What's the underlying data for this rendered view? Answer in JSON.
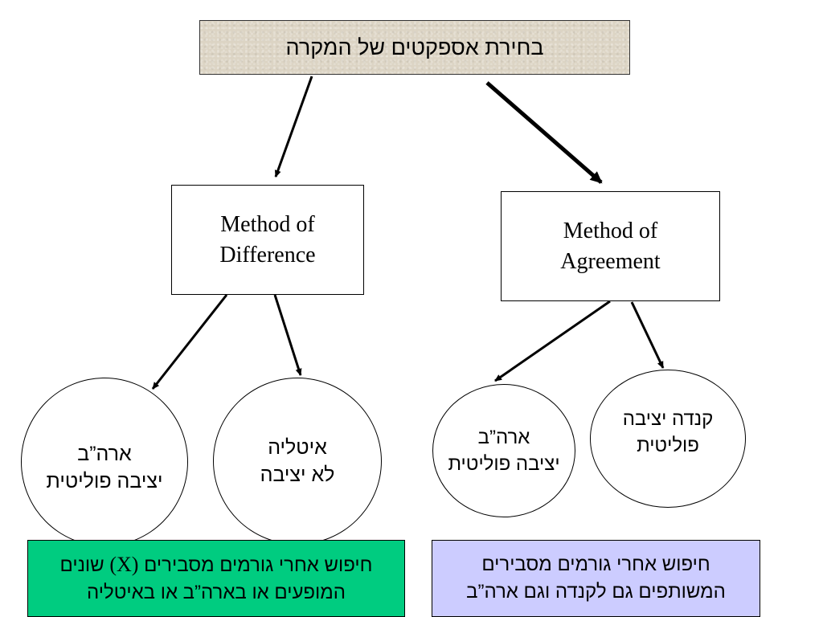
{
  "title": "בחירת אספקטים של המקרה",
  "methods": {
    "difference": {
      "line1": "Method of",
      "line2": "Difference"
    },
    "agreement": {
      "line1": "Method of",
      "line2": "Agreement"
    }
  },
  "circles": {
    "usa_difference": {
      "line1": "ארה”ב",
      "line2": "יציבה פוליטית"
    },
    "italy": {
      "line1": "איטליה",
      "line2": "לא יציבה"
    },
    "usa_agreement": {
      "line1": "ארה”ב",
      "line2": "יציבה פוליטית"
    },
    "canada": {
      "line1": "קנדה יציבה",
      "line2": "פוליטית"
    }
  },
  "notes": {
    "difference": {
      "line1_start": "חיפוש אחרי גורמים מסבירים ",
      "line1_x": "(X)",
      "line1_end": " שונים",
      "line2": "המופעים או  בארה”ב או באיטליה"
    },
    "agreement": {
      "line1": "חיפוש אחרי גורמים מסבירים",
      "line2": "המשותפים גם לקנדה וגם ארה”ב"
    }
  },
  "colors": {
    "title_fill": "#dcd4c4",
    "difference_note_fill": "#00cc80",
    "agreement_note_fill": "#ccccff",
    "stroke": "#000000"
  }
}
